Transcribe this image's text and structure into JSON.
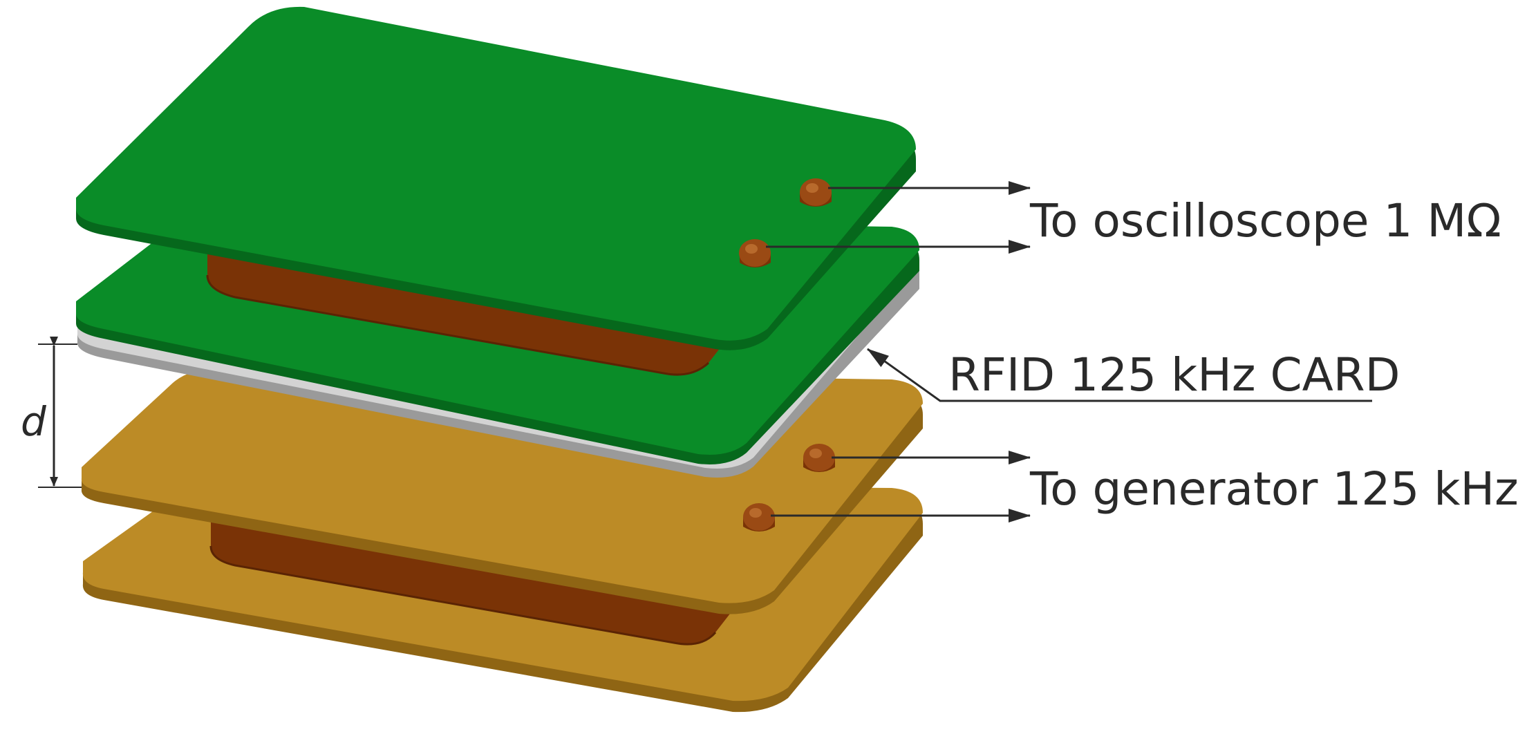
{
  "labels": {
    "oscilloscope": "To oscilloscope 1 MΩ",
    "rfid_card": "RFID 125 kHz CARD",
    "generator": "To generator 125 kHz",
    "distance": "d"
  },
  "colors": {
    "green_board": "#0a8c28",
    "green_edge": "#06681c",
    "gold_board": "#bc8b26",
    "gold_edge": "#8f6514",
    "coil": "#7a3306",
    "card": "#d3d3d3",
    "card_edge": "#9a9a9a"
  }
}
